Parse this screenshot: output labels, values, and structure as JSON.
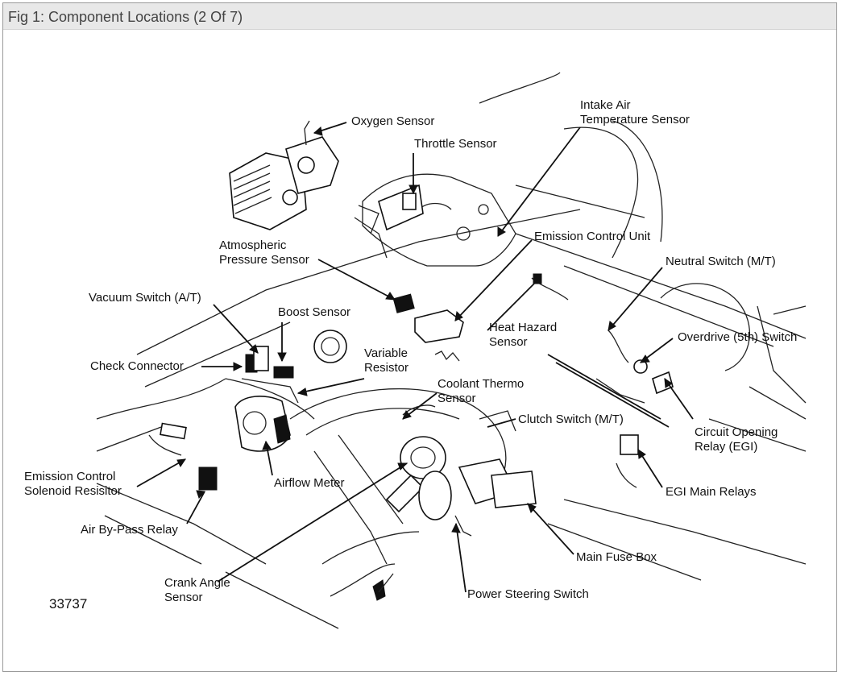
{
  "figure": {
    "title": "Fig 1: Component Locations (2 Of 7)",
    "figure_number": "33737"
  },
  "labels": {
    "oxygen_sensor": "Oxygen Sensor",
    "throttle_sensor": "Throttle Sensor",
    "intake_air_1": "Intake Air",
    "intake_air_2": "Temperature Sensor",
    "atmospheric_1": "Atmospheric",
    "atmospheric_2": "Pressure Sensor",
    "emission_control_unit": "Emission Control Unit",
    "neutral_switch": "Neutral Switch (M/T)",
    "vacuum_switch": "Vacuum Switch (A/T)",
    "boost_sensor": "Boost Sensor",
    "heat_hazard_1": "Heat Hazard",
    "heat_hazard_2": "Sensor",
    "overdrive_switch": "Overdrive (5th) Switch",
    "check_connector": "Check Connector",
    "variable_1": "Variable",
    "variable_2": "Resistor",
    "coolant_1": "Coolant Thermo",
    "coolant_2": "Sensor",
    "clutch_switch": "Clutch Switch (M/T)",
    "circuit_opening_1": "Circuit Opening",
    "circuit_opening_2": "Relay (EGI)",
    "emission_solenoid_1": "Emission Control",
    "emission_solenoid_2": "Solenoid Resisitor",
    "airflow_meter": "Airflow Meter",
    "egi_main_relays": "EGI Main Relays",
    "air_bypass_relay": "Air By-Pass Relay",
    "main_fuse_box": "Main Fuse Box",
    "crank_angle_1": "Crank Angle",
    "crank_angle_2": "Sensor",
    "power_steering_switch": "Power Steering Switch"
  }
}
